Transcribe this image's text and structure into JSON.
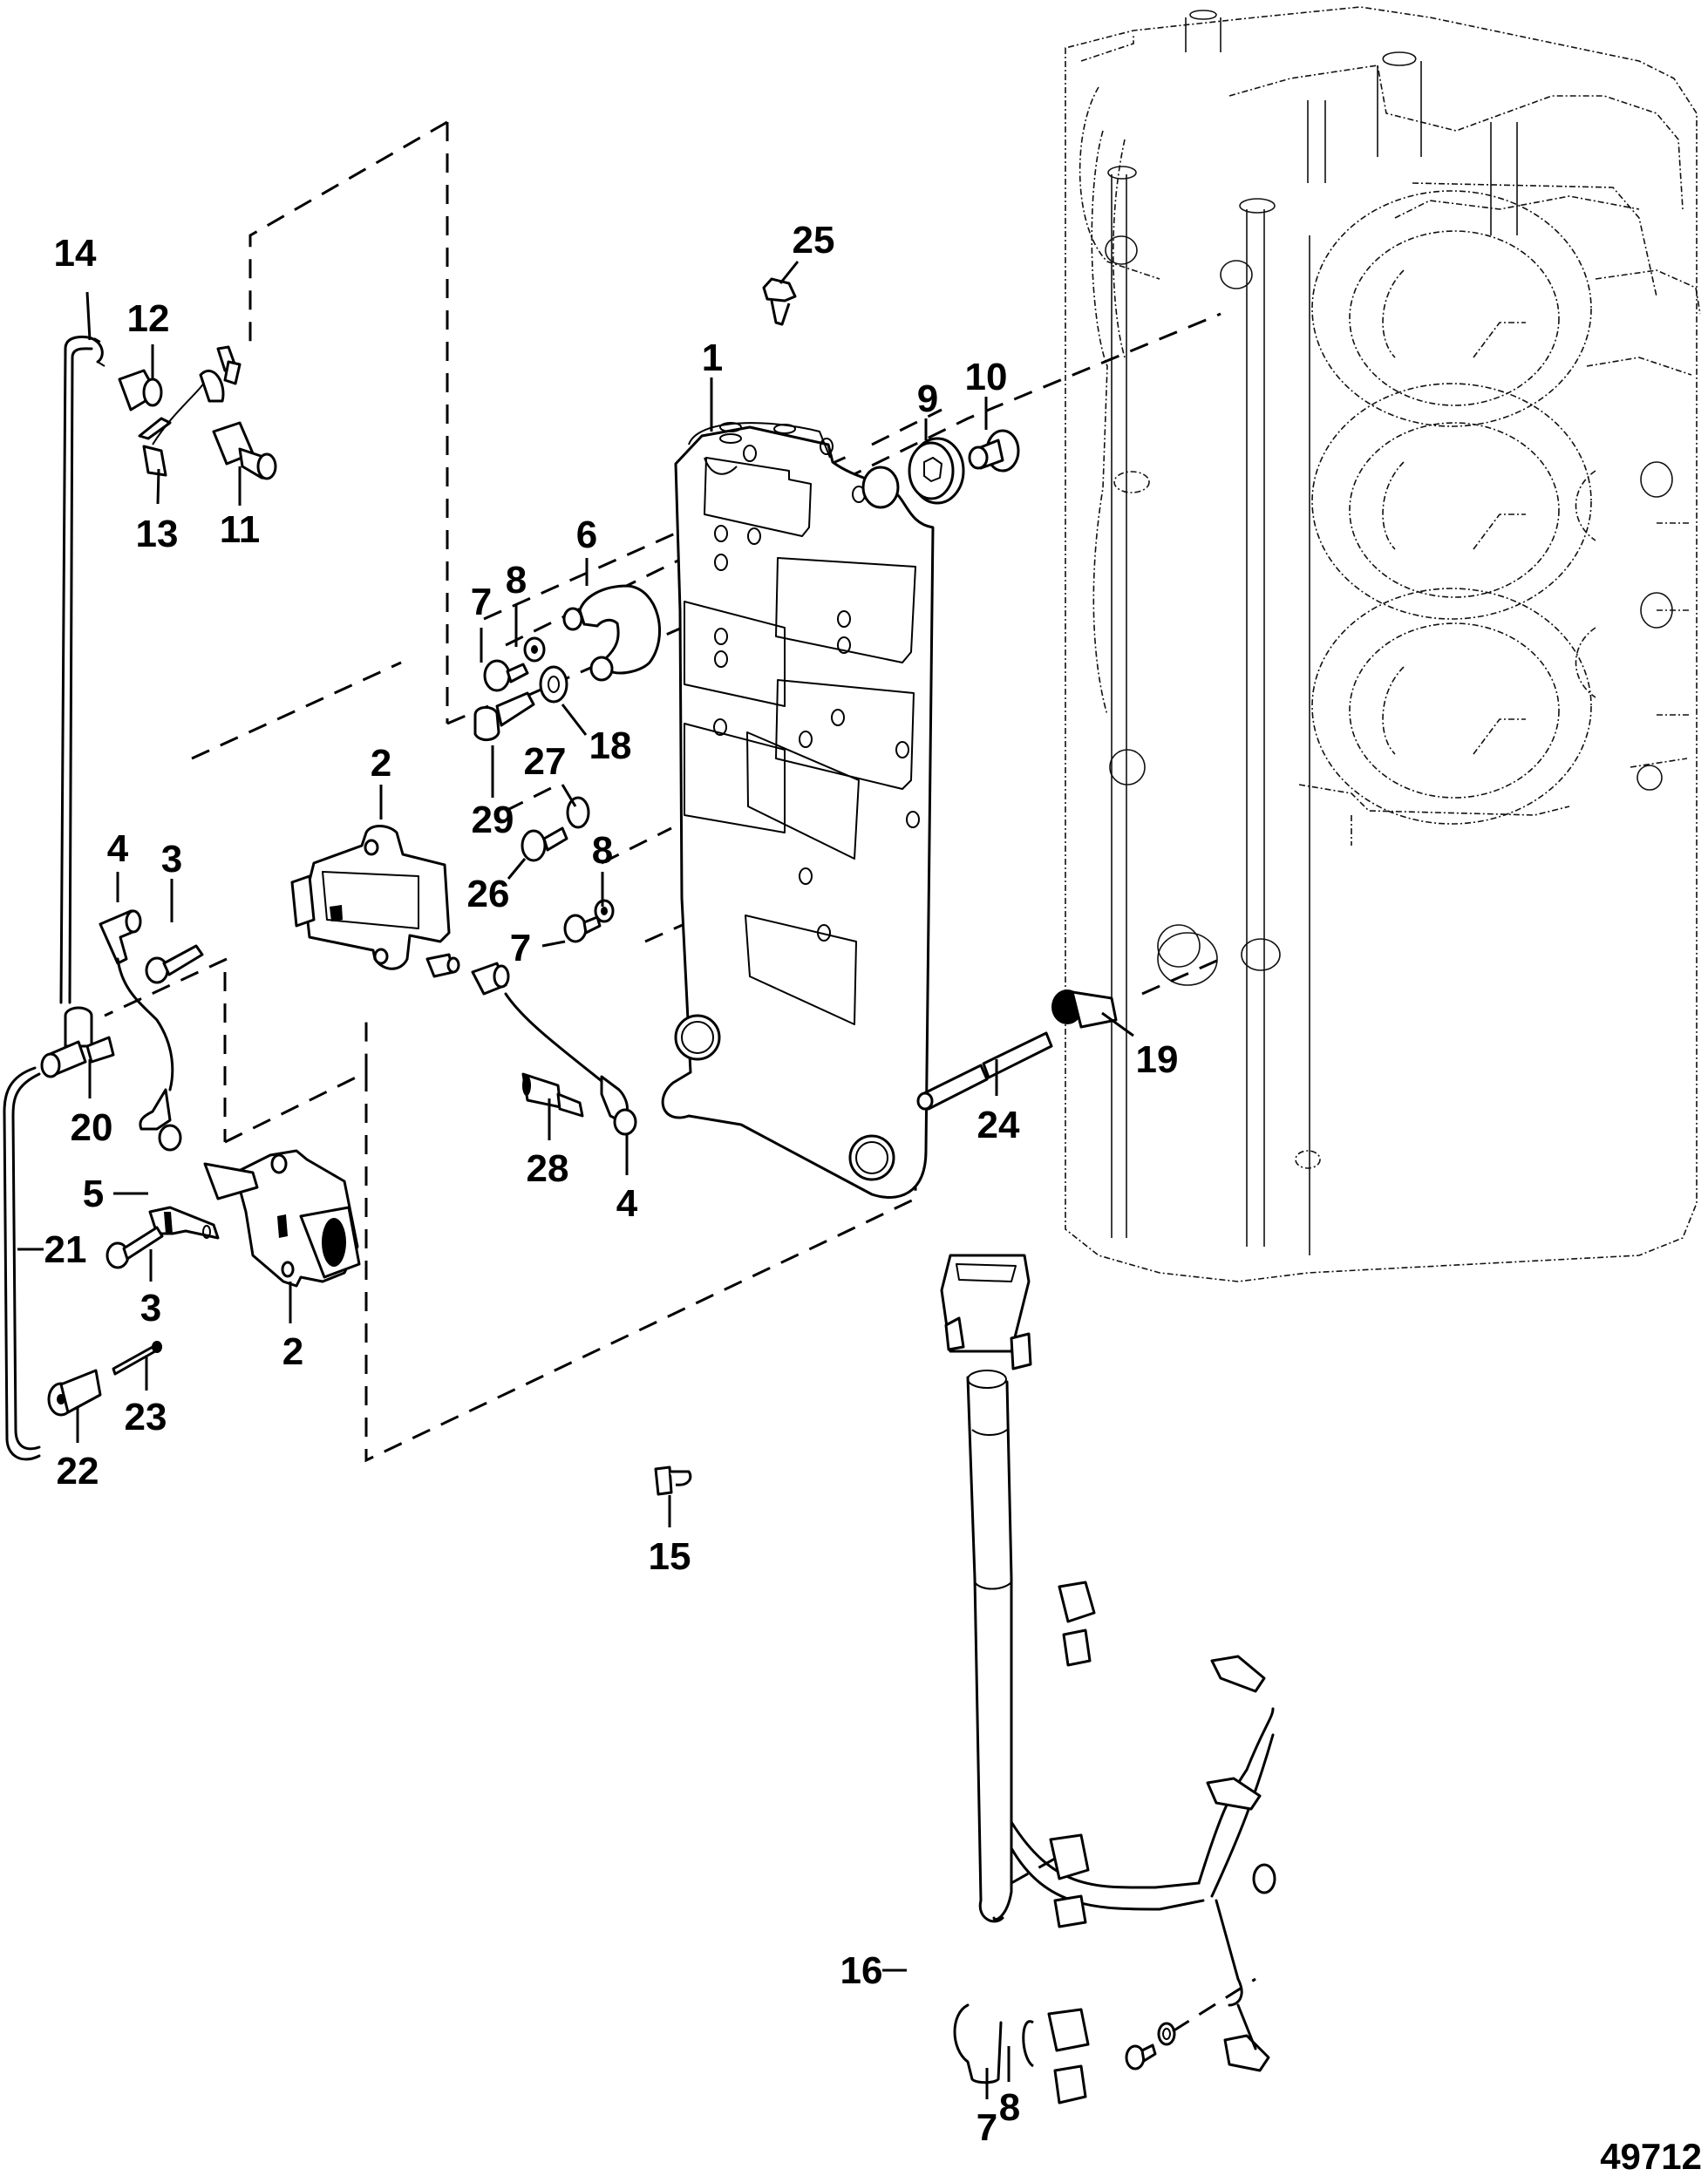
{
  "figure": {
    "type": "exploded parts diagram",
    "figure_number": "49712",
    "colors": {
      "line": "#000000",
      "background": "#ffffff"
    }
  },
  "callouts": [
    {
      "id": "c1",
      "label": "1"
    },
    {
      "id": "c2a",
      "label": "2"
    },
    {
      "id": "c2b",
      "label": "2"
    },
    {
      "id": "c3a",
      "label": "3"
    },
    {
      "id": "c3b",
      "label": "3"
    },
    {
      "id": "c4a",
      "label": "4"
    },
    {
      "id": "c4b",
      "label": "4"
    },
    {
      "id": "c5",
      "label": "5"
    },
    {
      "id": "c6",
      "label": "6"
    },
    {
      "id": "c7a",
      "label": "7"
    },
    {
      "id": "c7b",
      "label": "7"
    },
    {
      "id": "c7c",
      "label": "7"
    },
    {
      "id": "c8a",
      "label": "8"
    },
    {
      "id": "c8b",
      "label": "8"
    },
    {
      "id": "c8c",
      "label": "8"
    },
    {
      "id": "c9",
      "label": "9"
    },
    {
      "id": "c10",
      "label": "10"
    },
    {
      "id": "c11",
      "label": "11"
    },
    {
      "id": "c12",
      "label": "12"
    },
    {
      "id": "c13",
      "label": "13"
    },
    {
      "id": "c14",
      "label": "14"
    },
    {
      "id": "c15",
      "label": "15"
    },
    {
      "id": "c16",
      "label": "16"
    },
    {
      "id": "c18",
      "label": "18"
    },
    {
      "id": "c19",
      "label": "19"
    },
    {
      "id": "c20",
      "label": "20"
    },
    {
      "id": "c21",
      "label": "21"
    },
    {
      "id": "c22",
      "label": "22"
    },
    {
      "id": "c23",
      "label": "23"
    },
    {
      "id": "c24",
      "label": "24"
    },
    {
      "id": "c25",
      "label": "25"
    },
    {
      "id": "c26",
      "label": "26"
    },
    {
      "id": "c27",
      "label": "27"
    },
    {
      "id": "c28",
      "label": "28"
    },
    {
      "id": "c29",
      "label": "29"
    }
  ],
  "parts": [
    {
      "name": "mounting-plate",
      "callout": "1"
    },
    {
      "name": "ignition-coil",
      "callout": "2",
      "count": 2
    },
    {
      "name": "coil-bolt",
      "callout": "3",
      "count": 2
    },
    {
      "name": "spark-plug-lead",
      "callout": "4",
      "count": 2
    },
    {
      "name": "coil-bracket",
      "callout": "5"
    },
    {
      "name": "ground-strap",
      "callout": "6"
    },
    {
      "name": "screw",
      "callout": "7",
      "count": 3
    },
    {
      "name": "washer",
      "callout": "8",
      "count": 3
    },
    {
      "name": "grommet",
      "callout": "9"
    },
    {
      "name": "bushing",
      "callout": "10"
    },
    {
      "name": "sensor",
      "callout": "11"
    },
    {
      "name": "fitting",
      "callout": "12"
    },
    {
      "name": "sensor-clip",
      "callout": "13"
    },
    {
      "name": "hose",
      "callout": "14"
    },
    {
      "name": "clip",
      "callout": "15"
    },
    {
      "name": "wiring-harness",
      "callout": "16"
    },
    {
      "name": "washer",
      "callout": "18"
    },
    {
      "name": "fitting",
      "callout": "19"
    },
    {
      "name": "tee-fitting",
      "callout": "20"
    },
    {
      "name": "hose",
      "callout": "21"
    },
    {
      "name": "connector",
      "callout": "22"
    },
    {
      "name": "pin",
      "callout": "23"
    },
    {
      "name": "tube",
      "callout": "24"
    },
    {
      "name": "retainer-clip",
      "callout": "25"
    },
    {
      "name": "screw",
      "callout": "26"
    },
    {
      "name": "washer",
      "callout": "27"
    },
    {
      "name": "sensor",
      "callout": "28"
    },
    {
      "name": "bolt",
      "callout": "29"
    }
  ]
}
